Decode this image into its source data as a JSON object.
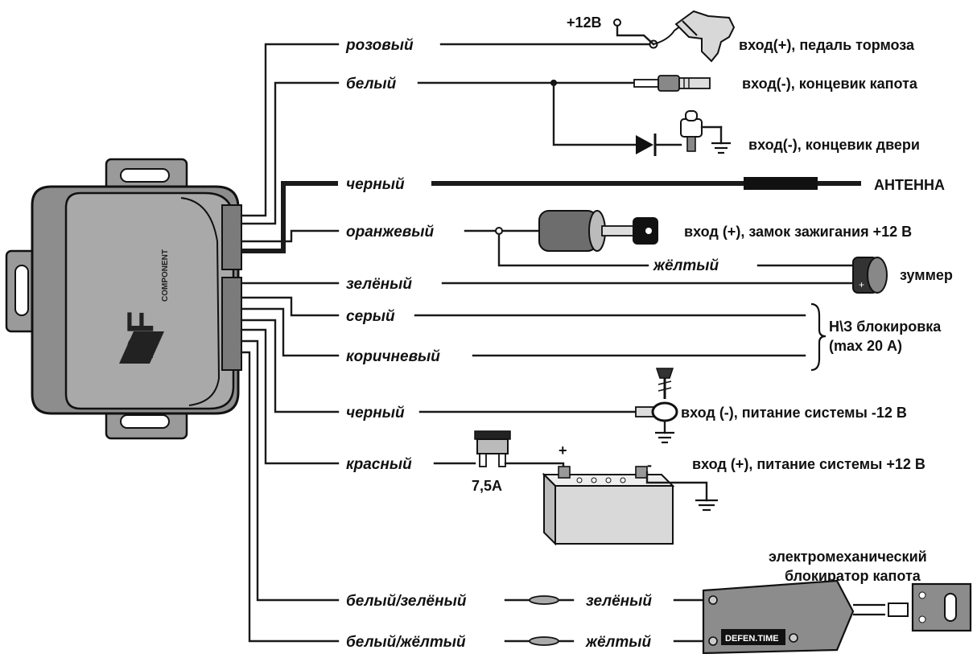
{
  "module": {
    "logo": "DF",
    "subtitle": "COMPONENT"
  },
  "wires": {
    "pink": "розовый",
    "white": "белый",
    "black_antenna": "черный",
    "orange": "оранжевый",
    "yellow": "жёлтый",
    "green": "зелёный",
    "grey": "серый",
    "brown": "коричневый",
    "black_ground": "черный",
    "red": "красный",
    "white_green": "белый/зелёный",
    "green_lock": "зелёный",
    "white_yellow": "белый/жёлтый",
    "yellow_lock": "жёлтый"
  },
  "labels": {
    "plus12": "+12В",
    "brake": "вход(+), педаль тормоза",
    "hood_switch": "вход(-), концевик капота",
    "door_switch": "вход(-), концевик двери",
    "antenna": "АНТЕННА",
    "ignition": "вход (+), замок зажигания +12 В",
    "buzzer": "зуммер",
    "nc_block_1": "Н\\З блокировка",
    "nc_block_2": "(max 20 А)",
    "ground": "вход (-), питание системы -12 В",
    "power": "вход (+), питание системы +12 В",
    "fuse": "7,5А",
    "battery_plus": "+",
    "battery_minus": "-",
    "hood_lock_1": "электромеханический",
    "hood_lock_2": "блокиратор капота",
    "lock_brand": "DEFEN.TIME"
  }
}
